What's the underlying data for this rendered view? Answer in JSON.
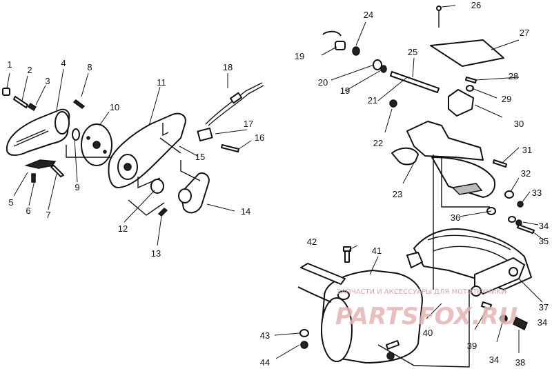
{
  "callouts": [
    "1",
    "2",
    "3",
    "4",
    "5",
    "6",
    "7",
    "8",
    "9",
    "10",
    "11",
    "12",
    "13",
    "14",
    "15",
    "16",
    "17",
    "18",
    "19",
    "19",
    "20",
    "21",
    "22",
    "23",
    "24",
    "25",
    "26",
    "27",
    "28",
    "29",
    "30",
    "31",
    "32",
    "33",
    "34",
    "34",
    "34",
    "35",
    "36",
    "37",
    "38",
    "39",
    "40",
    "41",
    "42",
    "43",
    "44"
  ],
  "watermark": {
    "caption": "ЗАПЧАСТИ И АКСЕССУАРЫ ДЛЯ МОТОТЕХНИКИ",
    "logo": "PARTSFOX.RU"
  },
  "colors": {
    "line": "#111111",
    "watermark": "#e0a8a8",
    "background": "#ffffff"
  }
}
